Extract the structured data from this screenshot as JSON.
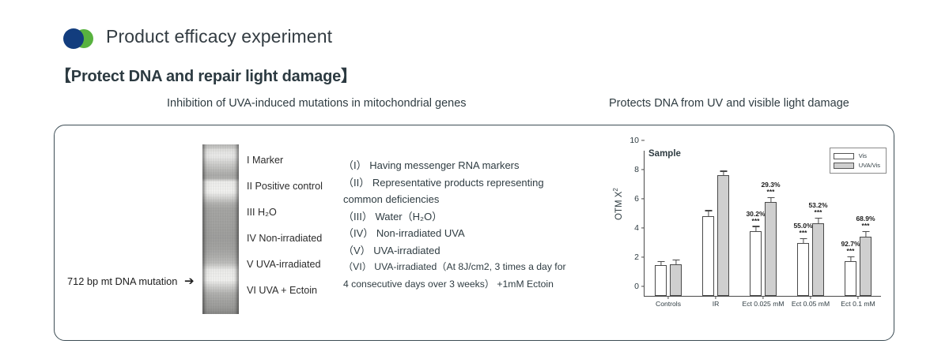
{
  "header": {
    "logo": {
      "left_dot_color": "#123d7e",
      "right_dot_color": "#58b23f"
    },
    "title": "Product efficacy experiment",
    "section_title": "【Protect DNA and repair light damage】"
  },
  "captions": {
    "left": "Inhibition of UVA-induced mutations in mitochondrial genes",
    "right": "Protects DNA from UV and visible light damage"
  },
  "gel_panel": {
    "mutation_note": "712 bp mt DNA mutation",
    "arrow_glyph": "➔",
    "lanes": [
      "I Marker",
      "II Positive control",
      "III H₂O",
      "IV Non-irradiated",
      "V UVA-irradiated",
      "VI UVA + Ectoin"
    ]
  },
  "roman_legend": [
    "（I） Having messenger RNA markers",
    "（II） Representative products representing",
    "common deficiencies",
    "（III） Water（H₂O）",
    "（IV） Non-irradiated UVA",
    "（V） UVA-irradiated",
    "（VI） UVA-irradiated（At 8J/cm2, 3 times a day for",
    "4 consecutive days over 3 weeks） +1mM Ectoin"
  ],
  "chart_data": {
    "type": "bar",
    "title": "Sample",
    "xlabel": "",
    "ylabel": "OTM X²",
    "ylim": [
      0,
      10
    ],
    "yticks": [
      0,
      2,
      4,
      6,
      8,
      10
    ],
    "grid": false,
    "legend_position": "top-right",
    "categories": [
      "Controls",
      "IR",
      "Ect 0.025 mM",
      "Ect 0.05 mM",
      "Ect 0.1 mM"
    ],
    "series": [
      {
        "name": "Vis",
        "color": "#ffffff",
        "values": [
          2.1,
          5.45,
          4.45,
          3.6,
          2.4
        ],
        "errors": [
          0.12,
          0.18,
          0.14,
          0.14,
          0.13
        ],
        "annotations": [
          "",
          "",
          "30.2%",
          "55.0%",
          "92.7%"
        ],
        "significance": [
          "",
          "",
          "***",
          "***",
          "***"
        ]
      },
      {
        "name": "UVA/Vis",
        "color": "#cfcfcf",
        "values": [
          2.15,
          8.25,
          6.45,
          5.0,
          4.05
        ],
        "errors": [
          0.14,
          0.13,
          0.13,
          0.14,
          0.16
        ],
        "annotations": [
          "",
          "",
          "29.3%",
          "53.2%",
          "68.9%"
        ],
        "significance": [
          "",
          "",
          "***",
          "***",
          "***"
        ]
      }
    ]
  }
}
